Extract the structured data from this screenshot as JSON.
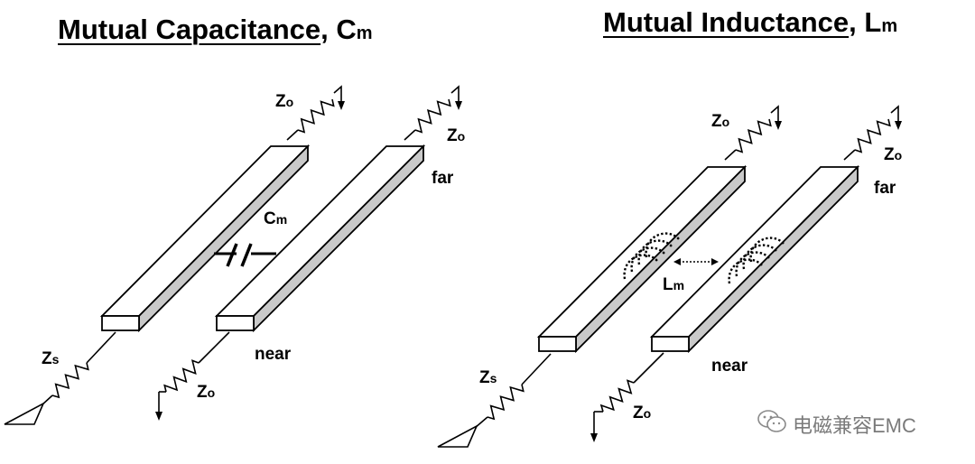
{
  "left_panel": {
    "title_main": "Mutual Capacitance",
    "title_comma": ",",
    "title_symbol": "C",
    "title_subscript": "m",
    "labels": {
      "zo_top_left": {
        "main": "Z",
        "sub": "o"
      },
      "zo_top_right": {
        "main": "Z",
        "sub": "o"
      },
      "far": "far",
      "cm": {
        "main": "C",
        "sub": "m"
      },
      "zs": {
        "main": "Z",
        "sub": "s"
      },
      "near": "near",
      "zo_bottom": {
        "main": "Z",
        "sub": "o"
      }
    }
  },
  "right_panel": {
    "title_main": "Mutual Inductance",
    "title_comma": ",",
    "title_symbol": "L",
    "title_subscript": "m",
    "labels": {
      "zo_top_left": {
        "main": "Z",
        "sub": "o"
      },
      "zo_top_right": {
        "main": "Z",
        "sub": "o"
      },
      "far": "far",
      "lm": {
        "main": "L",
        "sub": "m"
      },
      "zs": {
        "main": "Z",
        "sub": "s"
      },
      "near": "near",
      "zo_bottom": {
        "main": "Z",
        "sub": "o"
      }
    }
  },
  "watermark": {
    "icon": "wechat-icon",
    "text": "电磁兼容EMC"
  }
}
